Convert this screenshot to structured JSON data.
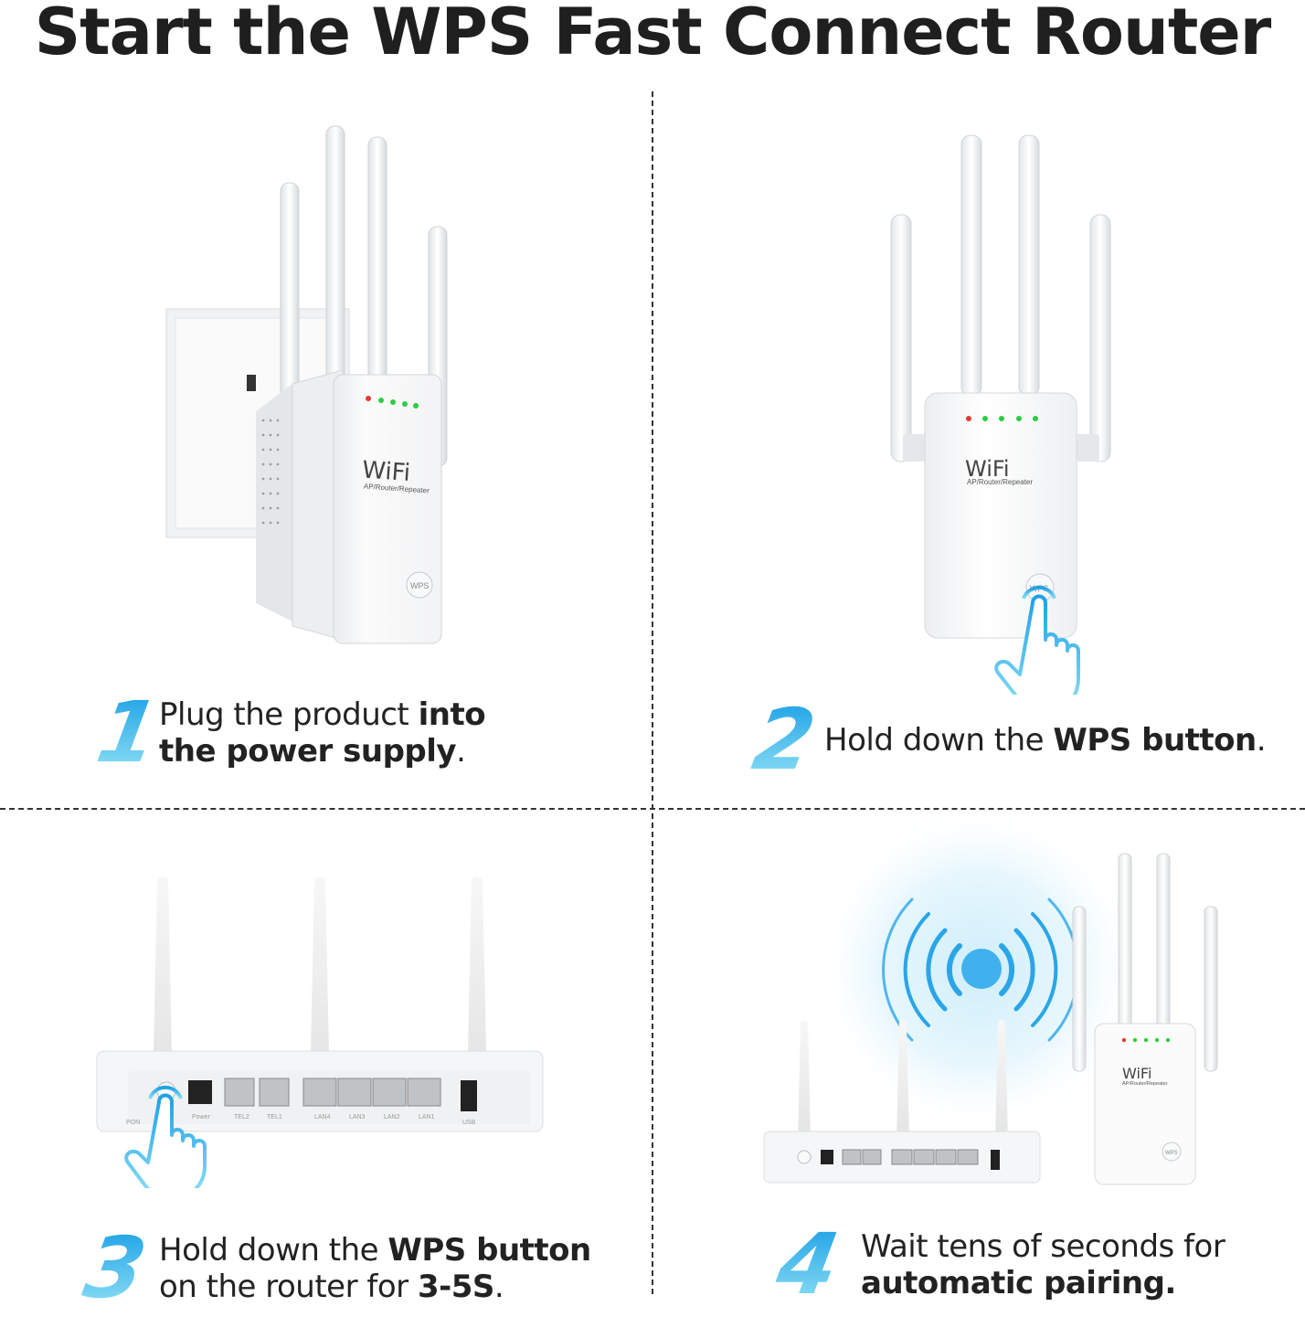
{
  "title": "Start the WPS Fast Connect Router",
  "device": {
    "brand": "WiFi",
    "subtitle": "AP/Router/Repeater",
    "wps_label": "WPS",
    "wps_small_label": "WPS"
  },
  "router_ports": {
    "pon": "PON",
    "power": "Power",
    "tel2": "TEL2",
    "tel1": "TEL1",
    "lan4": "LAN4",
    "lan3": "LAN3",
    "lan2": "LAN2",
    "lan1": "LAN1",
    "usb": "USB"
  },
  "steps": [
    {
      "number": "1",
      "text_plain": "Plug the product ",
      "text_bold": "into the power supply",
      "text_end": "."
    },
    {
      "number": "2",
      "text_plain": "Hold down the ",
      "text_bold": "WPS button",
      "text_end": "."
    },
    {
      "number": "3",
      "text_plain": "Hold down the ",
      "text_bold": "WPS button",
      "text_plain2": "on the router for ",
      "text_bold2": "3-5S",
      "text_end": "."
    },
    {
      "number": "4",
      "text_plain": "Wait tens of seconds for",
      "text_bold": "automatic pairing."
    }
  ],
  "colors": {
    "accent_blue": "#1da1e6",
    "accent_light": "#8fe0f5",
    "led_red": "#e53935",
    "led_green": "#2ecc40",
    "text": "#222222"
  }
}
